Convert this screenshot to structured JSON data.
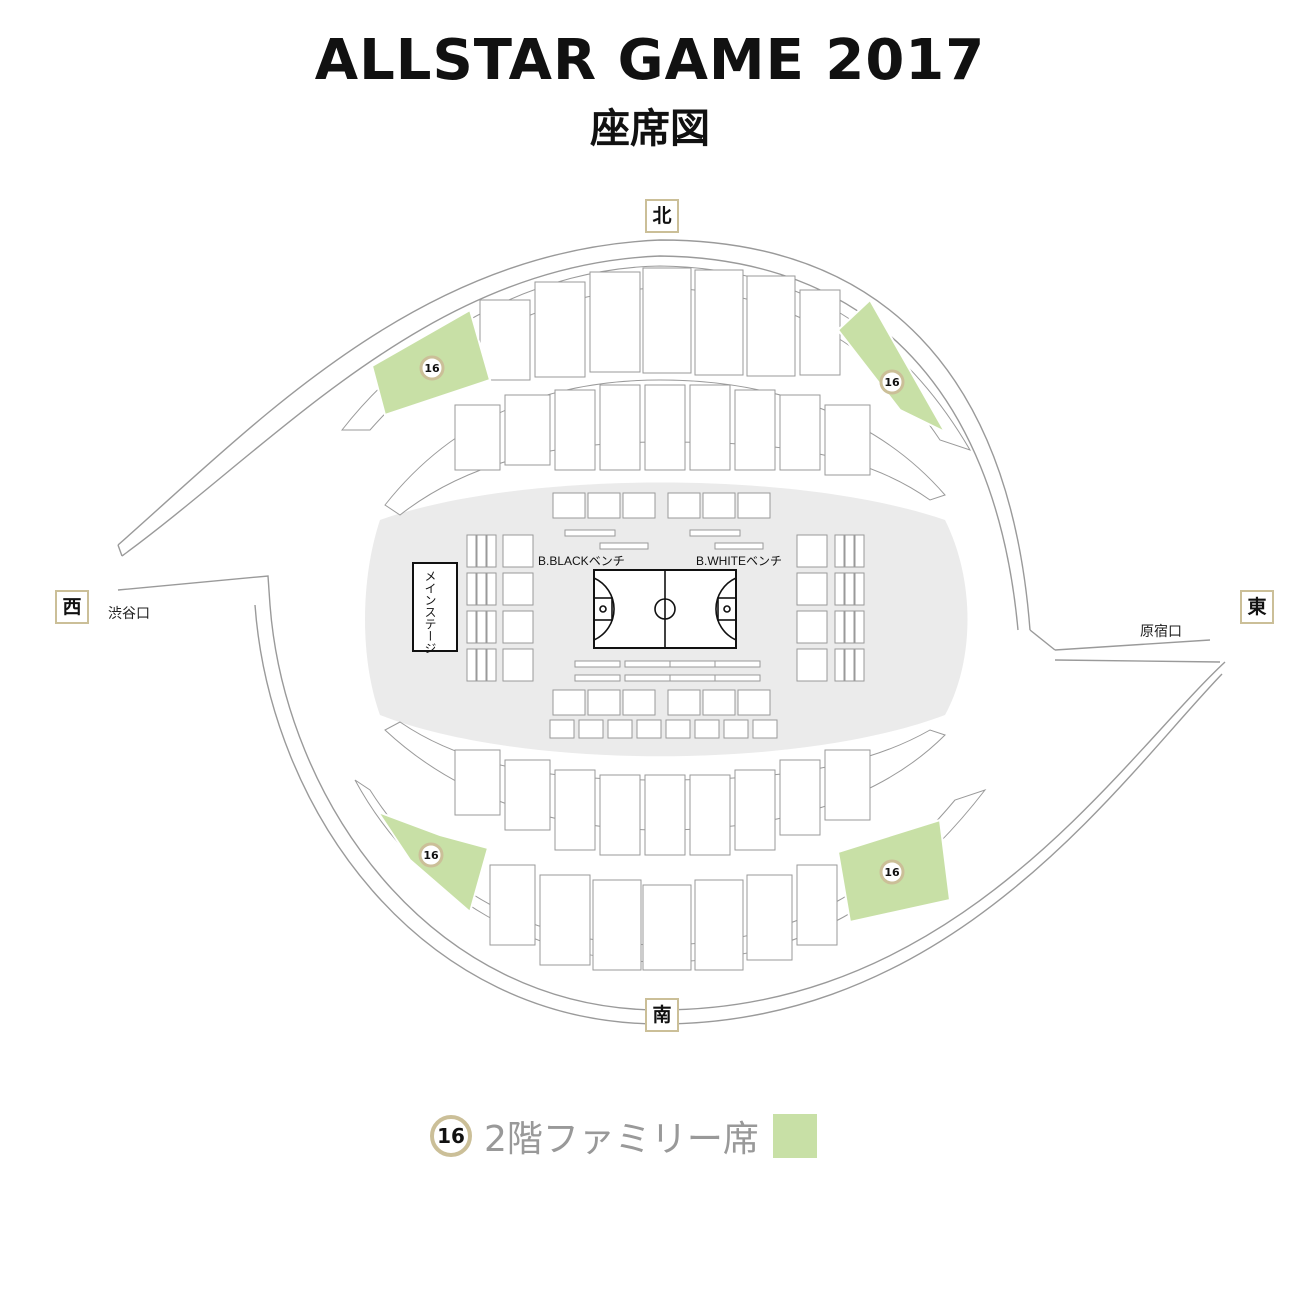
{
  "header": {
    "title": "ALLSTAR GAME 2017",
    "subtitle": "座席図"
  },
  "directions": {
    "north": "北",
    "south": "南",
    "west": "西",
    "east": "東"
  },
  "gates": {
    "west": "渋谷口",
    "east": "原宿口"
  },
  "floor": {
    "main_stage": "メインステージ",
    "black_bench": "B.BLACKベンチ",
    "white_bench": "B.WHITEベンチ"
  },
  "family_section_number": "16",
  "legend": {
    "badge": "16",
    "label": "2階ファミリー席"
  },
  "colors": {
    "family_seat": "#c8e0a6",
    "badge_ring": "#cbbf98",
    "floor": "#ebebeb",
    "outline": "#9a9a9a"
  }
}
